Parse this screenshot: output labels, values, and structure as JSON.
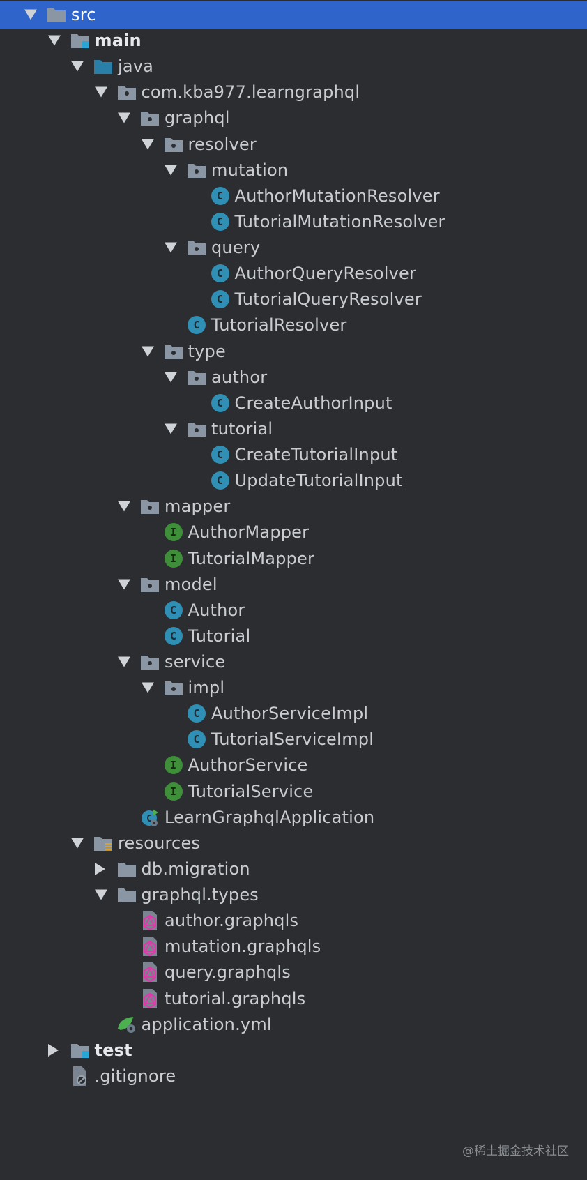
{
  "tree": [
    {
      "label": "src",
      "depth": 0,
      "arrow": "down",
      "icon": "folder",
      "selected": true,
      "bold": false
    },
    {
      "label": "main",
      "depth": 1,
      "arrow": "down",
      "icon": "folder-module",
      "bold": true
    },
    {
      "label": "java",
      "depth": 2,
      "arrow": "down",
      "icon": "folder-source",
      "bold": false
    },
    {
      "label": "com.kba977.learngraphql",
      "depth": 3,
      "arrow": "down",
      "icon": "package",
      "bold": false
    },
    {
      "label": "graphql",
      "depth": 4,
      "arrow": "down",
      "icon": "package",
      "bold": false
    },
    {
      "label": "resolver",
      "depth": 5,
      "arrow": "down",
      "icon": "package",
      "bold": false
    },
    {
      "label": "mutation",
      "depth": 6,
      "arrow": "down",
      "icon": "package",
      "bold": false
    },
    {
      "label": "AuthorMutationResolver",
      "depth": 7,
      "arrow": "none",
      "icon": "class",
      "bold": false
    },
    {
      "label": "TutorialMutationResolver",
      "depth": 7,
      "arrow": "none",
      "icon": "class",
      "bold": false
    },
    {
      "label": "query",
      "depth": 6,
      "arrow": "down",
      "icon": "package",
      "bold": false
    },
    {
      "label": "AuthorQueryResolver",
      "depth": 7,
      "arrow": "none",
      "icon": "class",
      "bold": false
    },
    {
      "label": "TutorialQueryResolver",
      "depth": 7,
      "arrow": "none",
      "icon": "class",
      "bold": false
    },
    {
      "label": "TutorialResolver",
      "depth": 6,
      "arrow": "none",
      "icon": "class",
      "bold": false
    },
    {
      "label": "type",
      "depth": 5,
      "arrow": "down",
      "icon": "package",
      "bold": false
    },
    {
      "label": "author",
      "depth": 6,
      "arrow": "down",
      "icon": "package",
      "bold": false
    },
    {
      "label": "CreateAuthorInput",
      "depth": 7,
      "arrow": "none",
      "icon": "class",
      "bold": false
    },
    {
      "label": "tutorial",
      "depth": 6,
      "arrow": "down",
      "icon": "package",
      "bold": false
    },
    {
      "label": "CreateTutorialInput",
      "depth": 7,
      "arrow": "none",
      "icon": "class",
      "bold": false
    },
    {
      "label": "UpdateTutorialInput",
      "depth": 7,
      "arrow": "none",
      "icon": "class",
      "bold": false
    },
    {
      "label": "mapper",
      "depth": 4,
      "arrow": "down",
      "icon": "package",
      "bold": false
    },
    {
      "label": "AuthorMapper",
      "depth": 5,
      "arrow": "none",
      "icon": "interface",
      "bold": false
    },
    {
      "label": "TutorialMapper",
      "depth": 5,
      "arrow": "none",
      "icon": "interface",
      "bold": false
    },
    {
      "label": "model",
      "depth": 4,
      "arrow": "down",
      "icon": "package",
      "bold": false
    },
    {
      "label": "Author",
      "depth": 5,
      "arrow": "none",
      "icon": "class",
      "bold": false
    },
    {
      "label": "Tutorial",
      "depth": 5,
      "arrow": "none",
      "icon": "class",
      "bold": false
    },
    {
      "label": "service",
      "depth": 4,
      "arrow": "down",
      "icon": "package",
      "bold": false
    },
    {
      "label": "impl",
      "depth": 5,
      "arrow": "down",
      "icon": "package",
      "bold": false
    },
    {
      "label": "AuthorServiceImpl",
      "depth": 6,
      "arrow": "none",
      "icon": "class",
      "bold": false
    },
    {
      "label": "TutorialServiceImpl",
      "depth": 6,
      "arrow": "none",
      "icon": "class",
      "bold": false
    },
    {
      "label": "AuthorService",
      "depth": 5,
      "arrow": "none",
      "icon": "interface",
      "bold": false
    },
    {
      "label": "TutorialService",
      "depth": 5,
      "arrow": "none",
      "icon": "interface",
      "bold": false
    },
    {
      "label": "LearnGraphqlApplication",
      "depth": 4,
      "arrow": "none",
      "icon": "spring-app",
      "bold": false
    },
    {
      "label": "resources",
      "depth": 2,
      "arrow": "down",
      "icon": "folder-resources",
      "bold": false
    },
    {
      "label": "db.migration",
      "depth": 3,
      "arrow": "right",
      "icon": "folder",
      "bold": false
    },
    {
      "label": "graphql.types",
      "depth": 3,
      "arrow": "down",
      "icon": "folder",
      "bold": false
    },
    {
      "label": "author.graphqls",
      "depth": 4,
      "arrow": "none",
      "icon": "graphql-file",
      "bold": false
    },
    {
      "label": "mutation.graphqls",
      "depth": 4,
      "arrow": "none",
      "icon": "graphql-file",
      "bold": false
    },
    {
      "label": "query.graphqls",
      "depth": 4,
      "arrow": "none",
      "icon": "graphql-file",
      "bold": false
    },
    {
      "label": "tutorial.graphqls",
      "depth": 4,
      "arrow": "none",
      "icon": "graphql-file",
      "bold": false
    },
    {
      "label": "application.yml",
      "depth": 3,
      "arrow": "none",
      "icon": "spring-yml",
      "bold": false
    },
    {
      "label": "test",
      "depth": 1,
      "arrow": "right",
      "icon": "folder-module",
      "bold": true
    },
    {
      "label": ".gitignore",
      "depth": 1,
      "arrow": "none",
      "icon": "ignored-file",
      "bold": false
    }
  ],
  "watermark": "@稀土掘金技术社区",
  "colors": {
    "background": "#2b2d30",
    "selection": "#2f65ca",
    "class_icon": "#2f8fb4",
    "interface_icon": "#3f8f3a",
    "graphql": "#e535ab",
    "folder": "#8a96a3"
  }
}
